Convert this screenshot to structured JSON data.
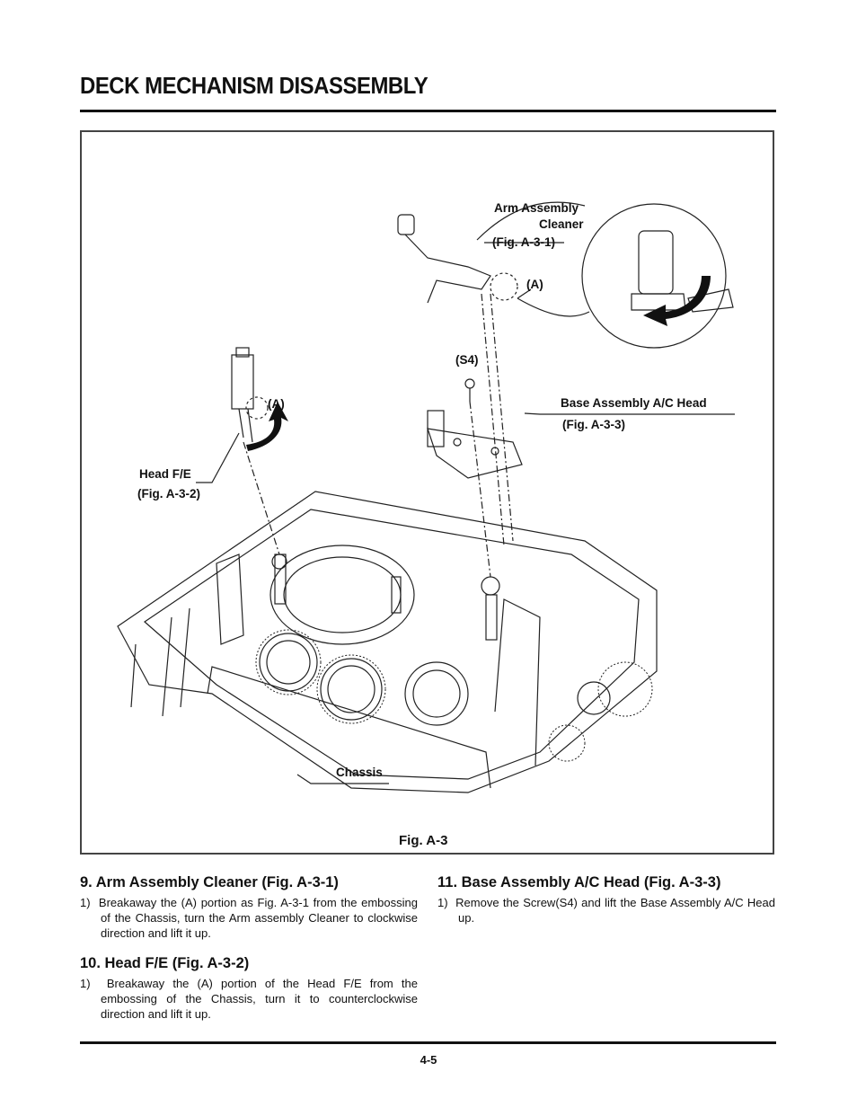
{
  "page": {
    "title": "DECK MECHANISM DISASSEMBLY",
    "page_number": "4-5"
  },
  "figure": {
    "caption": "Fig. A-3",
    "labels": {
      "arm_assembly_line1": "Arm Assembly",
      "arm_assembly_line2": "Cleaner",
      "arm_fig_ref": "(Fig. A-3-1)",
      "arm_point_a": "(A)",
      "screw_s4": "(S4)",
      "base_assembly": "Base Assembly A/C Head",
      "base_fig_ref": "(Fig. A-3-3)",
      "head_point_a": "(A)",
      "head_fe": "Head F/E",
      "head_fig_ref": "(Fig. A-3-2)",
      "chassis": "Chassis"
    }
  },
  "sections": {
    "s9": {
      "heading": "9. Arm Assembly Cleaner (Fig. A-3-1)",
      "step": "1)  Breakaway the (A) portion as Fig. A-3-1 from the embossing of the Chassis, turn the Arm assembly Cleaner to clockwise direction and lift it up."
    },
    "s10": {
      "heading": "10. Head F/E (Fig. A-3-2)",
      "step": "1)  Breakaway the (A) portion of the Head F/E from the embossing of the Chassis, turn it to counterclockwise direction and lift it up."
    },
    "s11": {
      "heading": "11. Base Assembly A/C Head (Fig. A-3-3)",
      "step": "1)  Remove the Screw(S4) and lift the Base Assembly A/C Head up."
    }
  }
}
